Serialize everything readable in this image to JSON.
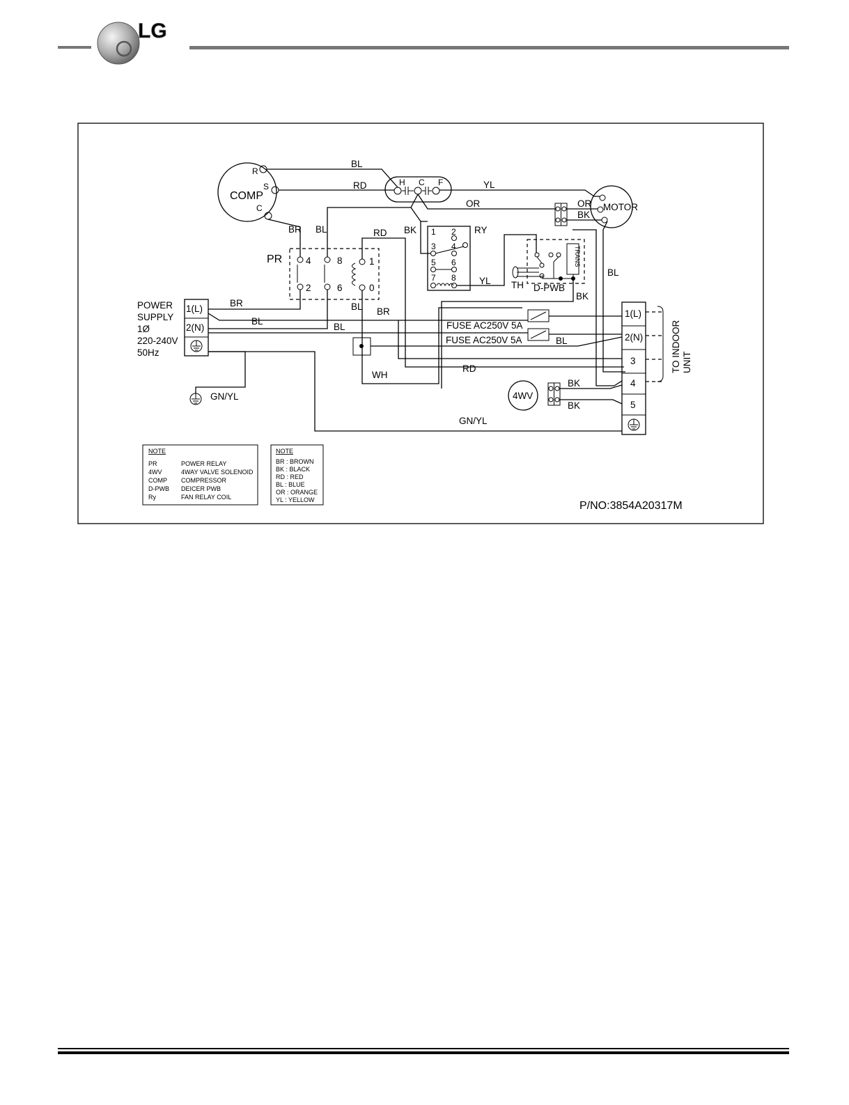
{
  "logo": {
    "text": "LG"
  },
  "components": {
    "comp": "COMP",
    "comp_r": "R",
    "comp_s": "S",
    "comp_c": "C",
    "cap_h": "H",
    "cap_c": "C",
    "cap_f": "F",
    "motor": "MOTOR",
    "pr": "PR",
    "pr_4": "4",
    "pr_8": "8",
    "pr_1": "1",
    "pr_2": "2",
    "pr_6": "6",
    "pr_0": "0",
    "ry": "RY",
    "ry_1": "1",
    "ry_2": "2",
    "ry_3": "3",
    "ry_4": "4",
    "ry_5": "5",
    "ry_6": "6",
    "ry_7": "7",
    "ry_8": "8",
    "trans": "TRANS",
    "th": "TH",
    "dpwb": "D-PWB",
    "fourwv": "4WV"
  },
  "power_supply": {
    "line1": "POWER",
    "line2": "SUPPLY",
    "line3": "1Ø",
    "line4": "220-240V",
    "line5": "50Hz",
    "t1": "1(L)",
    "t2": "2(N)"
  },
  "terminals_right": {
    "t1": "1(L)",
    "t2": "2(N)",
    "t3": "3",
    "t4": "4",
    "t5": "5"
  },
  "to_indoor": {
    "line1": "TO INDOOR",
    "line2": "UNIT"
  },
  "fuses": {
    "f1": "FUSE  AC250V  5A",
    "f2": "FUSE  AC250V  5A"
  },
  "wire_labels": {
    "bl_top": "BL",
    "rd_top": "RD",
    "yl_top": "YL",
    "or_mid": "OR",
    "or_motor": "OR",
    "bk_motor": "BK",
    "br_pr": "BR",
    "bl_pr": "BL",
    "rd_pr": "RD",
    "bk_ry": "BK",
    "yl_ry": "YL",
    "bl_right": "BL",
    "bk_right": "BK",
    "br_ps": "BR",
    "bl_ps": "BL",
    "bl_mid": "BL",
    "br_mid": "BR",
    "bl_n": "BL",
    "bl_fuse2": "BL",
    "rd_low": "RD",
    "wh": "WH",
    "bk_4wv1": "BK",
    "bk_4wv2": "BK",
    "gnyl_bottom": "GN/YL",
    "gnyl_ground": "GN/YL"
  },
  "note1": {
    "title": "NOTE",
    "rows": [
      {
        "code": "PR",
        "desc": "POWER RELAY"
      },
      {
        "code": "4WV",
        "desc": "4WAY VALVE SOLENOID"
      },
      {
        "code": "COMP",
        "desc": "COMPRESSOR"
      },
      {
        "code": "D-PWB",
        "desc": "DEICER PWB"
      },
      {
        "code": "Ry",
        "desc": "FAN RELAY COIL"
      }
    ]
  },
  "note2": {
    "title": "NOTE",
    "rows": [
      "BR : BROWN",
      "BK : BLACK",
      "RD : RED",
      "BL  : BLUE",
      "OR : ORANGE",
      "YL : YELLOW"
    ]
  },
  "part_number": "P/NO:3854A20317M"
}
